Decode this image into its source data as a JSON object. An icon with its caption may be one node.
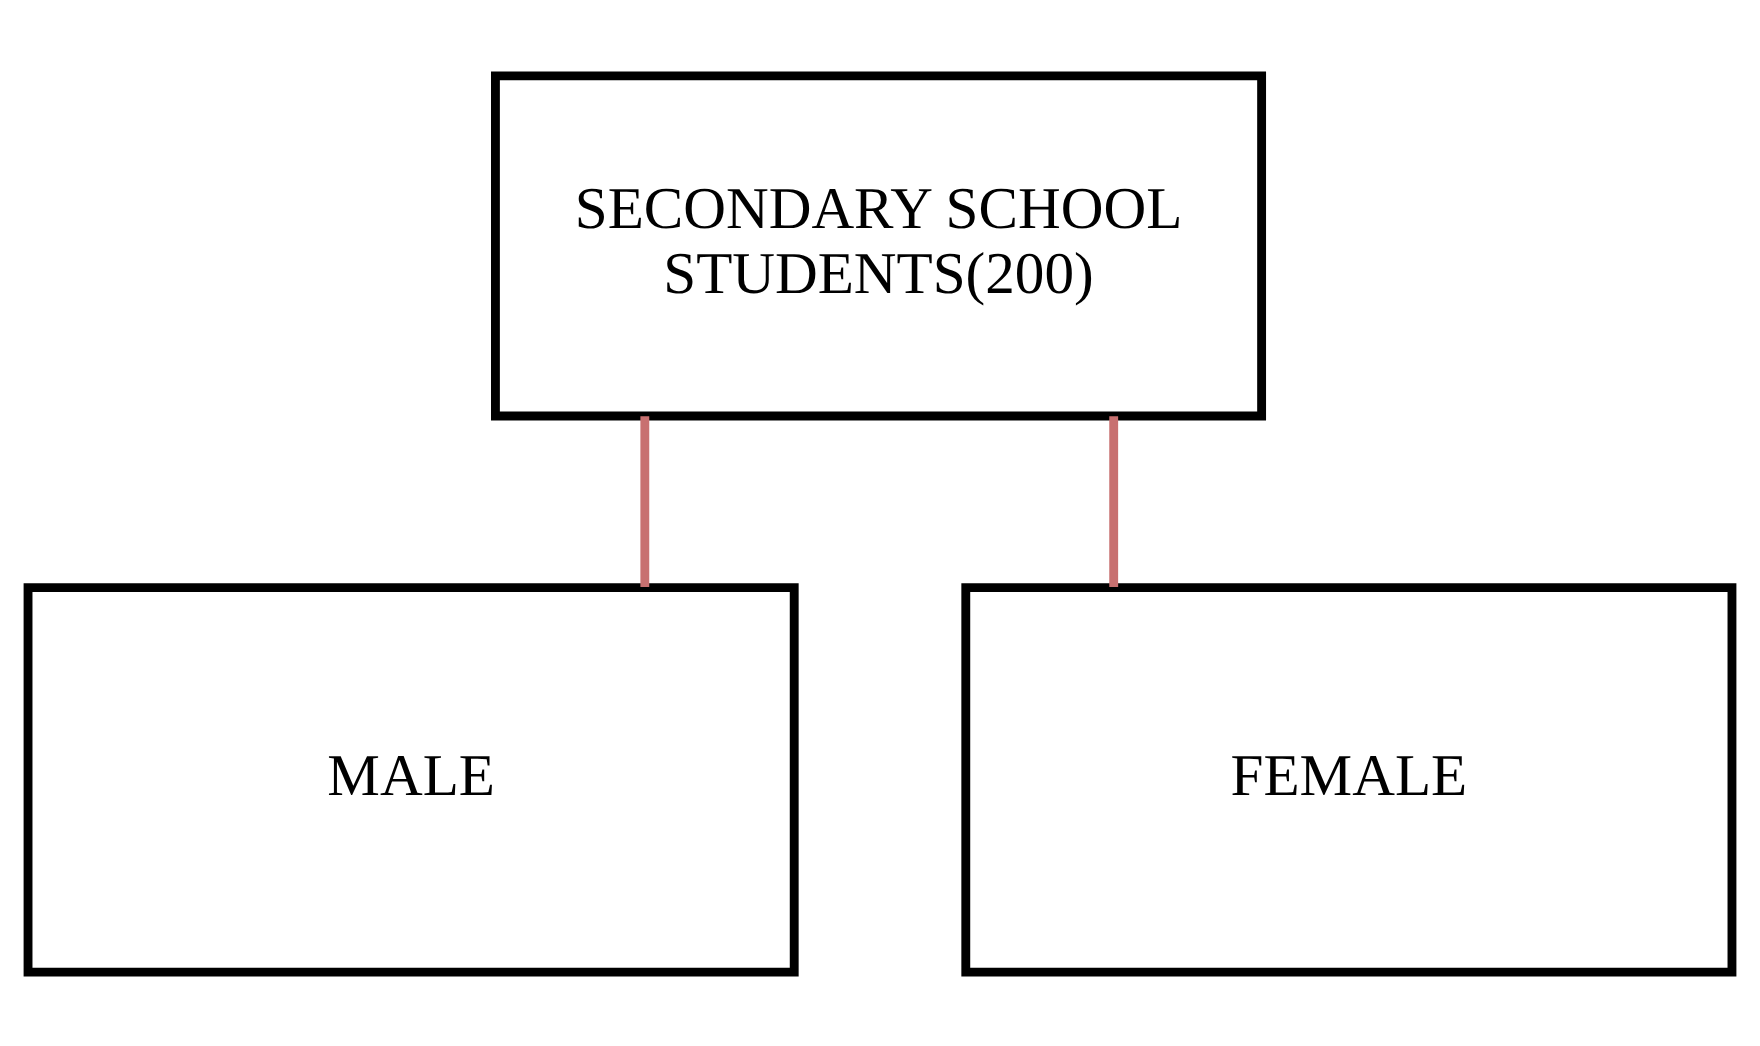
{
  "diagram": {
    "nodes": [
      {
        "text": [
          "SECONDARY SCHOOL STUDENTS(200)"
        ]
      },
      {
        "text": [
          "MALE"
        ]
      },
      {
        "text": [
          "FEMALE"
        ]
      }
    ],
    "edges": [
      {
        "from": 0,
        "to": 1,
        "arrow": "none"
      },
      {
        "from": 0,
        "to": 2,
        "arrow": "none"
      }
    ]
  }
}
